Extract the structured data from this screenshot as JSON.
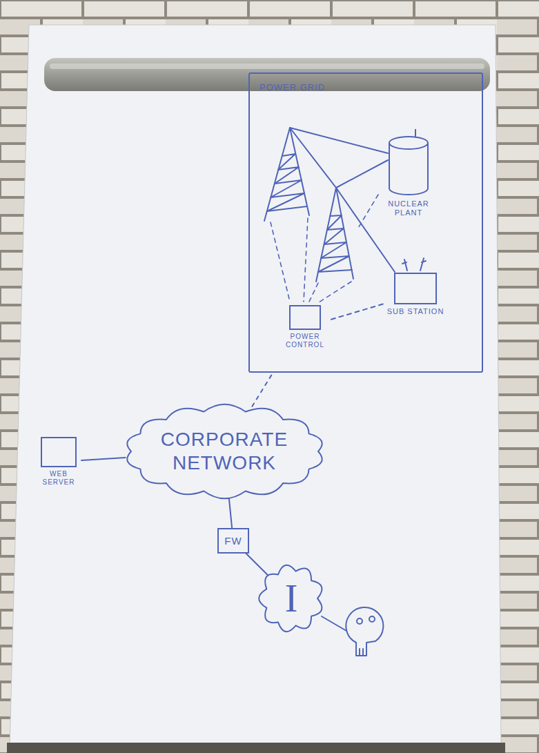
{
  "diagram": {
    "nodes": [
      {
        "text": [
          "POWER GRID"
        ]
      },
      {
        "text": [
          "NUCLEAR PLANT"
        ],
        "in": 0
      },
      {
        "text": [
          "SUB STATION"
        ],
        "in": 0
      },
      {
        "text": [
          "POWER CONTROL"
        ],
        "in": 0
      },
      {
        "text": [
          "CORPORATE NETWORK"
        ]
      },
      {
        "text": [
          "WEB SERVER"
        ]
      },
      {
        "text": [
          "FW"
        ]
      },
      {
        "text": [
          "I"
        ]
      }
    ],
    "edges": [
      {
        "from": 3,
        "to": 2,
        "arrow": "none"
      },
      {
        "from": 4,
        "to": 0,
        "arrow": "none"
      },
      {
        "from": 5,
        "to": 4,
        "arrow": "none"
      },
      {
        "from": 4,
        "to": 6,
        "arrow": "none"
      },
      {
        "from": 6,
        "to": 7,
        "arrow": "none"
      }
    ]
  }
}
